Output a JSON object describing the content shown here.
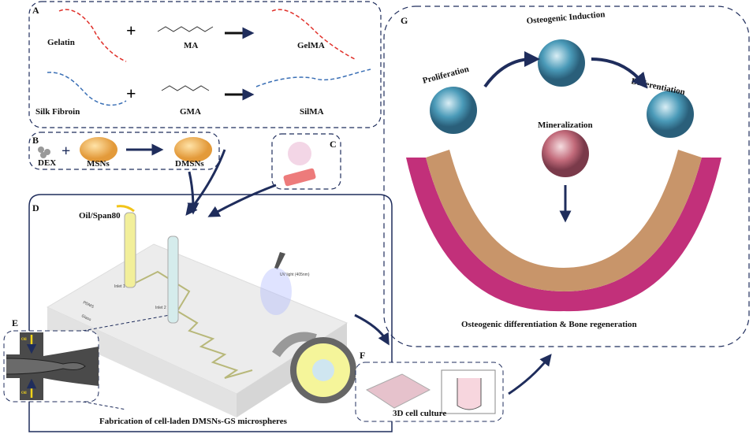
{
  "panels": {
    "A": {
      "label": "A",
      "row1": {
        "reactant": "Gelatin",
        "reagent": "MA",
        "product": "GelMA"
      },
      "row2": {
        "reactant": "Silk Fibroin",
        "reagent": "GMA",
        "product": "SilMA"
      }
    },
    "B": {
      "label": "B",
      "items": [
        "DEX",
        "MSNs",
        "DMSNs"
      ]
    },
    "C": {
      "label": "C"
    },
    "D": {
      "label": "D",
      "oil": "Oil/Span80",
      "inlet1": "Inlet 1",
      "inlet2": "Inlet 2",
      "uv": "UV light (405nm)",
      "pdms": "PDMS",
      "glass": "Glass",
      "caption": "Fabrication of cell-laden DMSNs-GS microspheres"
    },
    "E": {
      "label": "E",
      "oil_top": "Oil",
      "oil_bottom": "Oil"
    },
    "F": {
      "label": "F",
      "caption": "3D cell culture"
    },
    "G": {
      "label": "G",
      "stages": [
        "Proliferation",
        "Osteogenic Induction",
        "Differentiation",
        "Mineralization"
      ],
      "caption": "Osteogenic differentiation & Bone regeneration"
    }
  },
  "colors": {
    "navy": "#1f2d5c",
    "gelatin": "#e0302a",
    "silk": "#3a6fb5",
    "nanoparticle": "#f0b450",
    "bone": "#c8956a",
    "tissue": "#c2307a"
  }
}
